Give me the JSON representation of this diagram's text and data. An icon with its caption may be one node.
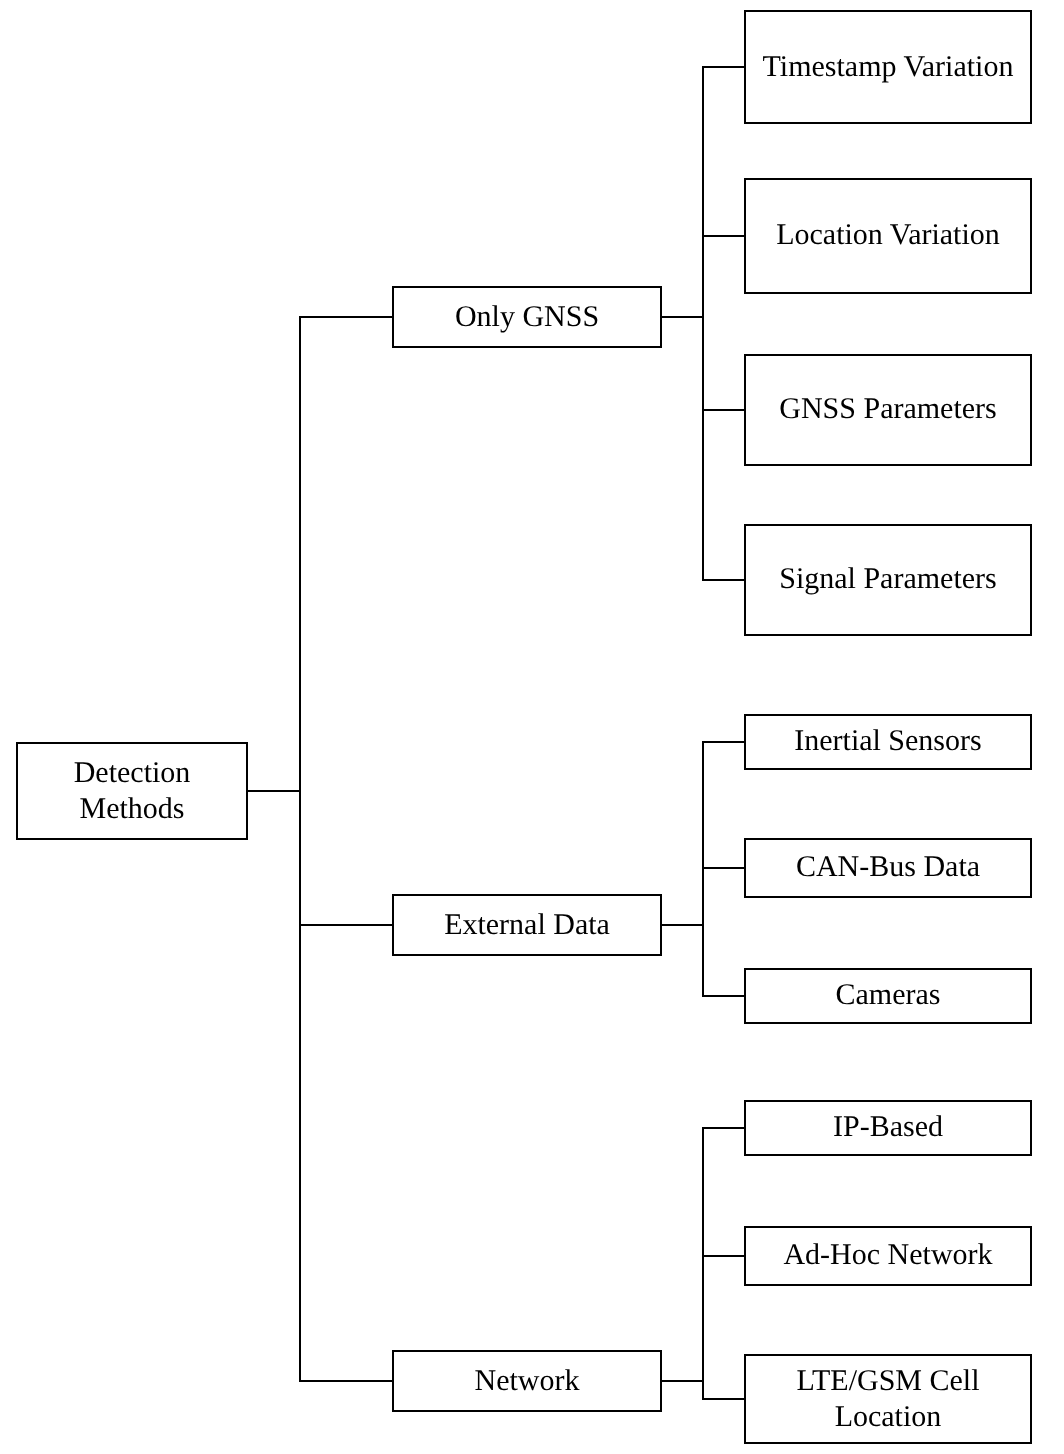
{
  "diagram": {
    "nodes": [
      {
        "text": [
          "Detection Methods"
        ]
      },
      {
        "text": [
          "Only GNSS"
        ]
      },
      {
        "text": [
          "Timestamp Variation"
        ]
      },
      {
        "text": [
          "Location Variation"
        ]
      },
      {
        "text": [
          "GNSS Parameters"
        ]
      },
      {
        "text": [
          "Signal Parameters"
        ]
      },
      {
        "text": [
          "External Data"
        ]
      },
      {
        "text": [
          "Inertial Sensors"
        ]
      },
      {
        "text": [
          "CAN-Bus Data"
        ]
      },
      {
        "text": [
          "Cameras"
        ]
      },
      {
        "text": [
          "Network"
        ]
      },
      {
        "text": [
          "IP-Based"
        ]
      },
      {
        "text": [
          "Ad-Hoc Network"
        ]
      },
      {
        "text": [
          "LTE/GSM Cell Location"
        ]
      }
    ],
    "edges": [
      {
        "from": 0,
        "to": 1,
        "arrow": "none"
      },
      {
        "from": 0,
        "to": 6,
        "arrow": "none"
      },
      {
        "from": 0,
        "to": 10,
        "arrow": "none"
      },
      {
        "from": 1,
        "to": 2,
        "arrow": "none"
      },
      {
        "from": 1,
        "to": 3,
        "arrow": "none"
      },
      {
        "from": 1,
        "to": 4,
        "arrow": "none"
      },
      {
        "from": 1,
        "to": 5,
        "arrow": "none"
      },
      {
        "from": 6,
        "to": 7,
        "arrow": "none"
      },
      {
        "from": 6,
        "to": 8,
        "arrow": "none"
      },
      {
        "from": 6,
        "to": 9,
        "arrow": "none"
      },
      {
        "from": 10,
        "to": 11,
        "arrow": "none"
      },
      {
        "from": 10,
        "to": 12,
        "arrow": "none"
      },
      {
        "from": 10,
        "to": 13,
        "arrow": "none"
      }
    ]
  }
}
